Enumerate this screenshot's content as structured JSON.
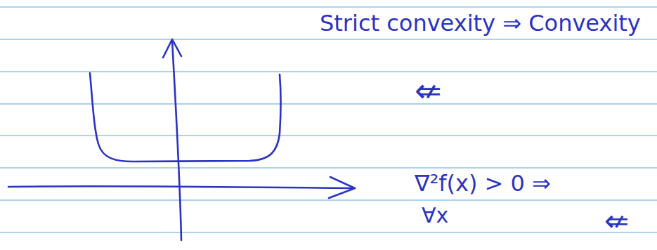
{
  "diagram": {
    "labels": [
      "Strict convexity ⇒ Convexity",
      "⇍",
      "∇²f(x) > 0 ⇒",
      "∀x",
      "⇍"
    ]
  }
}
